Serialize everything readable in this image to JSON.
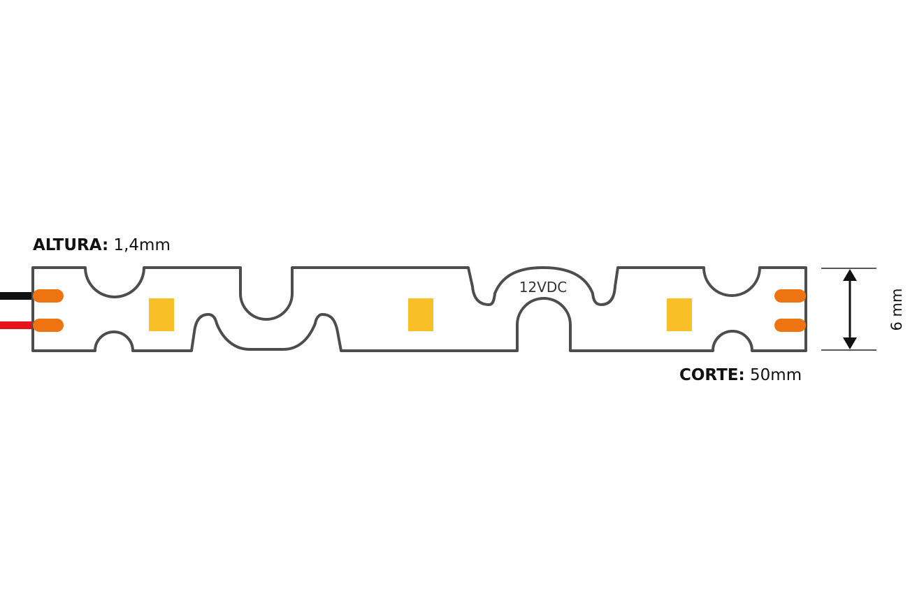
{
  "strip": {
    "voltage": "12VDC"
  },
  "height_spec": {
    "label": "ALTURA:",
    "value": "1,4mm"
  },
  "cut_spec": {
    "label": "CORTE:",
    "value": "50mm"
  },
  "width_spec": {
    "value": "6 mm"
  },
  "colors": {
    "outline": "#4d4d4d",
    "led_chip": "#f9bf27",
    "solder_pad": "#ee7411",
    "wire_black": "#111111",
    "wire_red": "#e3141b",
    "text": "#111111"
  },
  "icons": {
    "dimension_arrow": "double-headed-vertical-arrow"
  }
}
